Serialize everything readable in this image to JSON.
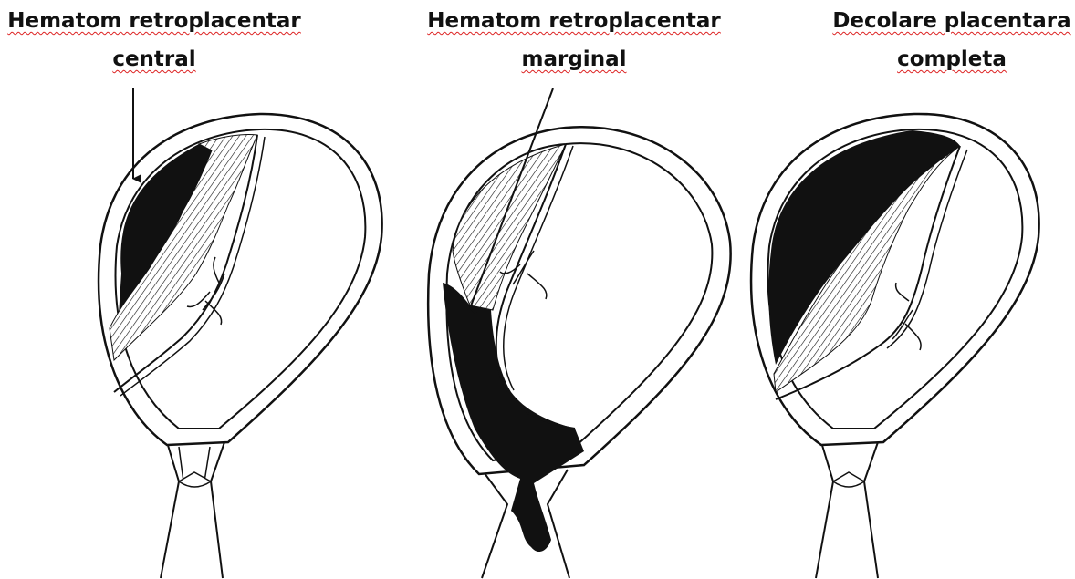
{
  "captions": {
    "central": {
      "line1": "Hematom retroplacentar",
      "line2": "central"
    },
    "marginal": {
      "line1": "Hematom retroplacentar",
      "line2": "marginal"
    },
    "complete": {
      "line1": "Decolare placentara",
      "line2": "completa"
    }
  },
  "colors": {
    "ink": "#111111",
    "spellcheck_underline": "#dd2222",
    "background": "#ffffff"
  }
}
